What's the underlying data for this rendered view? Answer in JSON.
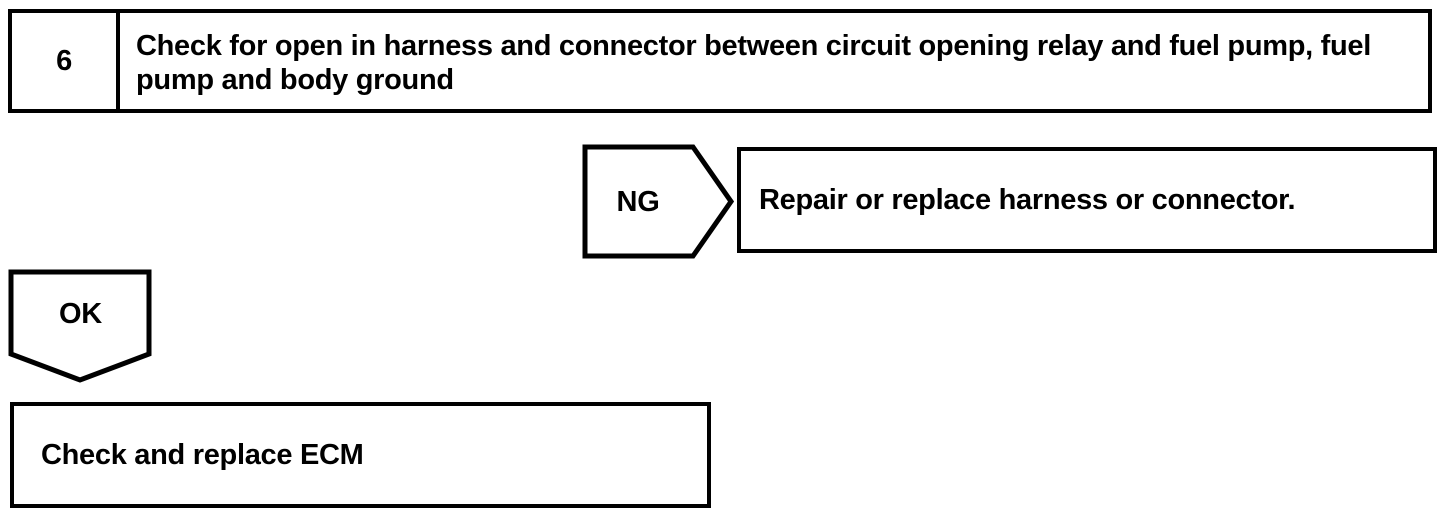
{
  "page": {
    "background_color": "#ffffff",
    "ink_color": "#000000"
  },
  "flowchart": {
    "step": {
      "number": "6",
      "instruction": "Check for open in harness and connector between circuit opening relay and fuel pump, fuel pump and body ground"
    },
    "ng_branch": {
      "label": "NG",
      "action": "Repair or replace harness or connector."
    },
    "ok_branch": {
      "label": "OK",
      "action": "Check and replace ECM"
    }
  }
}
